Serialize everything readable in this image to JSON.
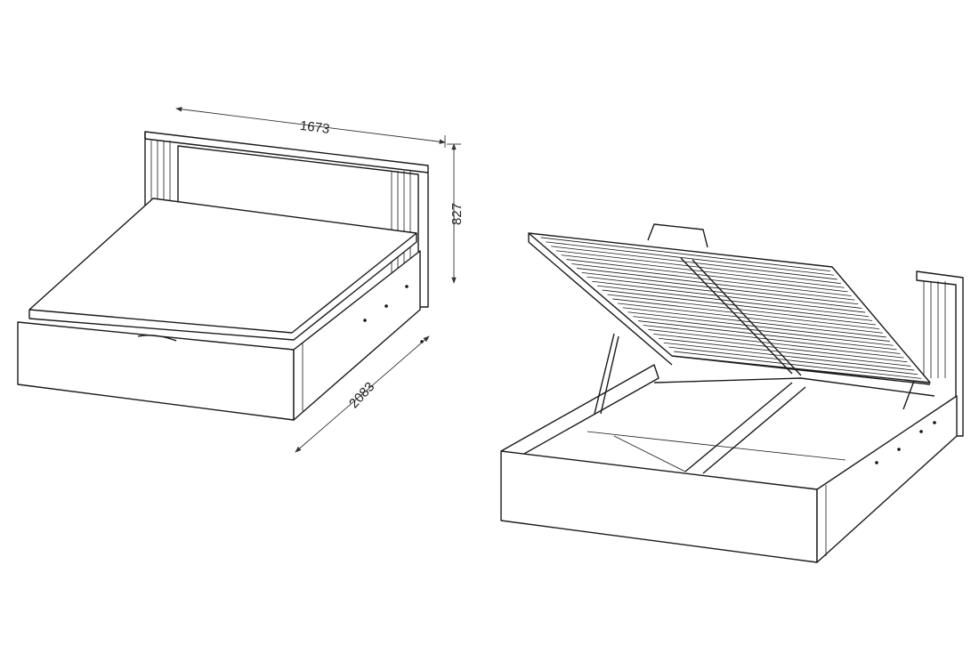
{
  "dimensions": {
    "width": "1673",
    "height": "827",
    "length": "2083"
  }
}
